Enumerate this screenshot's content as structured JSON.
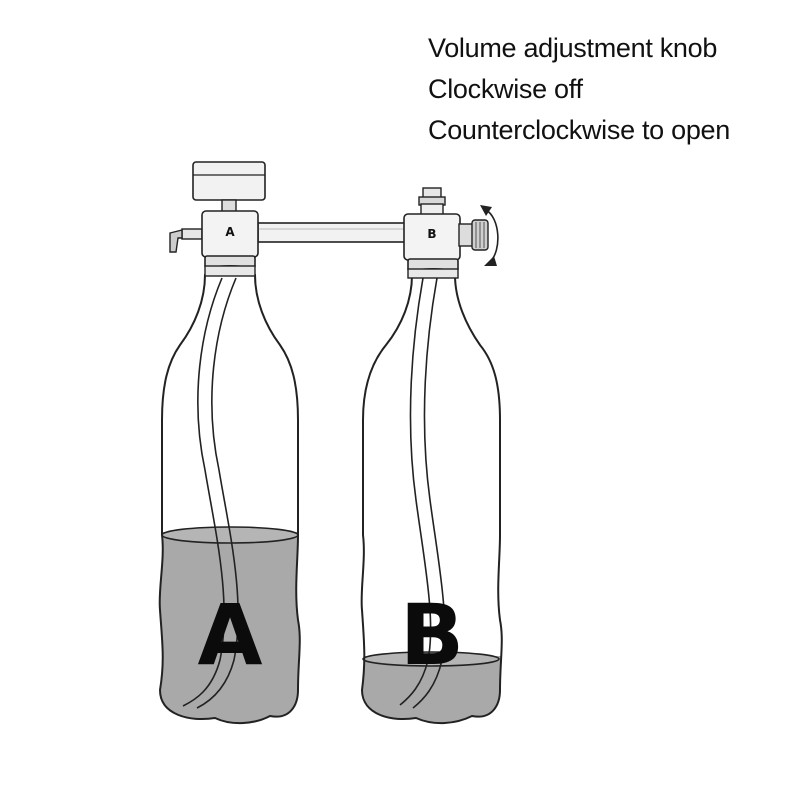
{
  "caption": {
    "line1": "Volume adjustment knob",
    "line2": "Clockwise off",
    "line3": "Counterclockwise to open"
  },
  "bottles": {
    "left_label": "A",
    "right_label": "B"
  },
  "fittings": {
    "left_label": "A",
    "right_label": "B"
  },
  "colors": {
    "liquid": "#a9a9a9",
    "outline": "#222222",
    "fitting": "#eeeeee",
    "background": "#ffffff"
  }
}
